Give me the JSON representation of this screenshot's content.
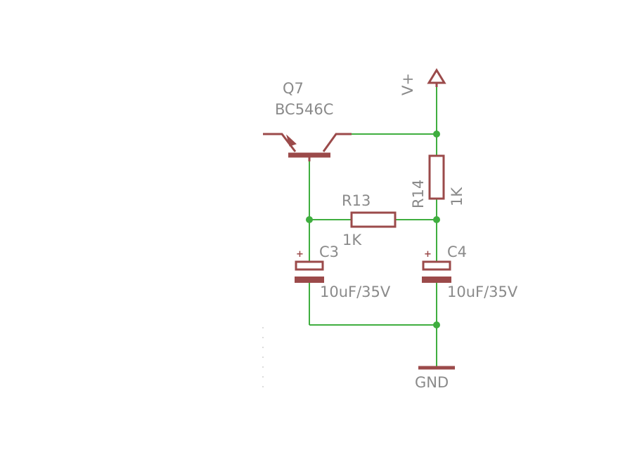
{
  "schematic": {
    "transistor": {
      "ref": "Q7",
      "value": "BC546C"
    },
    "resistors": [
      {
        "ref": "R13",
        "value": "1K"
      },
      {
        "ref": "R14",
        "value": "1K"
      }
    ],
    "capacitors": [
      {
        "ref": "C3",
        "value": "10uF/35V"
      },
      {
        "ref": "C4",
        "value": "10uF/35V"
      }
    ],
    "supply": {
      "label": "V+"
    },
    "ground": {
      "label": "GND"
    },
    "colors": {
      "wire": "#3fae3f",
      "symbol": "#9b4a4a",
      "text": "#8a8a8a",
      "background": "#ffffff"
    }
  }
}
